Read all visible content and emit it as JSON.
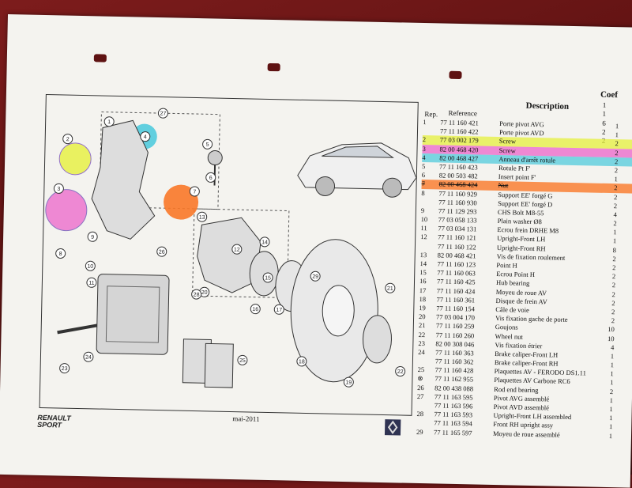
{
  "headers": {
    "rep": "Rep.",
    "reference": "Reference",
    "description": "Description",
    "coef": "Coef"
  },
  "top_coefs": [
    "1",
    "1",
    "6",
    "2",
    "2"
  ],
  "rows": [
    {
      "rep": "1",
      "ref": "77 11 160 421",
      "desc": "Porte pivot AVG",
      "coef": "1",
      "hl": ""
    },
    {
      "rep": "",
      "ref": "77 11 160 422",
      "desc": "Porte pivot AVD",
      "coef": "1",
      "hl": ""
    },
    {
      "rep": "2",
      "ref": "77 03 002 179",
      "desc": "Screw",
      "coef": "2",
      "hl": "yellow"
    },
    {
      "rep": "3",
      "ref": "82 00 468 420",
      "desc": "Screw",
      "coef": "2",
      "hl": "pink"
    },
    {
      "rep": "4",
      "ref": "82 00 468 427",
      "desc": "Anneau d'arrêt rotule",
      "coef": "2",
      "hl": "cyan"
    },
    {
      "rep": "5",
      "ref": "77 11 160 423",
      "desc": "Rotule Pt F'",
      "coef": "2",
      "hl": ""
    },
    {
      "rep": "6",
      "ref": "82 00 503 482",
      "desc": "Insert point F'",
      "coef": "1",
      "hl": ""
    },
    {
      "rep": "7",
      "ref": "82 00 468 424",
      "desc": "Nut",
      "coef": "2",
      "hl": "orange"
    },
    {
      "rep": "8",
      "ref": "77 11 160 929",
      "desc": "Support EE' forgé G",
      "coef": "2",
      "hl": ""
    },
    {
      "rep": "",
      "ref": "77 11 160 930",
      "desc": "Support EE' forgé D",
      "coef": "2",
      "hl": ""
    },
    {
      "rep": "9",
      "ref": "77 11 129 293",
      "desc": "CHS Bolt M8-55",
      "coef": "4",
      "hl": ""
    },
    {
      "rep": "10",
      "ref": "77 03 058 133",
      "desc": "Plain washer Ø8",
      "coef": "2",
      "hl": ""
    },
    {
      "rep": "11",
      "ref": "77 03 034 131",
      "desc": "Ecrou frein DRHE M8",
      "coef": "1",
      "hl": ""
    },
    {
      "rep": "12",
      "ref": "77 11 160 121",
      "desc": "Upright-Front LH",
      "coef": "1",
      "hl": ""
    },
    {
      "rep": "",
      "ref": "77 11 160 122",
      "desc": "Upright-Front RH",
      "coef": "8",
      "hl": ""
    },
    {
      "rep": "13",
      "ref": "82 00 468 421",
      "desc": "Vis de fixation roulement",
      "coef": "2",
      "hl": ""
    },
    {
      "rep": "14",
      "ref": "77 11 160 123",
      "desc": "Point H",
      "coef": "2",
      "hl": ""
    },
    {
      "rep": "15",
      "ref": "77 11 160 063",
      "desc": "Ecrou Point H",
      "coef": "2",
      "hl": ""
    },
    {
      "rep": "16",
      "ref": "77 11 160 425",
      "desc": "Hub bearing",
      "coef": "2",
      "hl": ""
    },
    {
      "rep": "17",
      "ref": "77 11 160 424",
      "desc": "Moyeu de roue AV",
      "coef": "2",
      "hl": ""
    },
    {
      "rep": "18",
      "ref": "77 11 160 361",
      "desc": "Disque de frein AV",
      "coef": "2",
      "hl": ""
    },
    {
      "rep": "19",
      "ref": "77 11 160 154",
      "desc": "Câle de voie",
      "coef": "2",
      "hl": ""
    },
    {
      "rep": "20",
      "ref": "77 03 004 170",
      "desc": "Vis fixation gache de porte",
      "coef": "2",
      "hl": ""
    },
    {
      "rep": "21",
      "ref": "77 11 160 259",
      "desc": "Goujons",
      "coef": "10",
      "hl": ""
    },
    {
      "rep": "22",
      "ref": "77 11 160 260",
      "desc": "Wheel nut",
      "coef": "10",
      "hl": ""
    },
    {
      "rep": "23",
      "ref": "82 00 308 046",
      "desc": "Vis fixation étrier",
      "coef": "4",
      "hl": ""
    },
    {
      "rep": "24",
      "ref": "77 11 160 363",
      "desc": "Brake caliper-Front LH",
      "coef": "1",
      "hl": ""
    },
    {
      "rep": "",
      "ref": "77 11 160 362",
      "desc": "Brake caliper-Front RH",
      "coef": "1",
      "hl": ""
    },
    {
      "rep": "25",
      "ref": "77 11 160 428",
      "desc": "Plaquettes AV - FERODO DS1.11",
      "coef": "1",
      "hl": ""
    },
    {
      "rep": "⊗",
      "ref": "77 11 162 955",
      "desc": "Plaquettes AV Carbone RC6",
      "coef": "1",
      "hl": ""
    },
    {
      "rep": "26",
      "ref": "82 00 438 088",
      "desc": "Rod end bearing",
      "coef": "2",
      "hl": ""
    },
    {
      "rep": "27",
      "ref": "77 11 163 595",
      "desc": "Pivot AVG assemblé",
      "coef": "1",
      "hl": ""
    },
    {
      "rep": "",
      "ref": "77 11 163 596",
      "desc": "Pivot AVD assemblé",
      "coef": "1",
      "hl": ""
    },
    {
      "rep": "28",
      "ref": "77 11 163 593",
      "desc": "Upright-Front LH assembled",
      "coef": "1",
      "hl": ""
    },
    {
      "rep": "",
      "ref": "77 11 163 594",
      "desc": "Front RH upright assy",
      "coef": "1",
      "hl": ""
    },
    {
      "rep": "29",
      "ref": "77 11 165 597",
      "desc": "Moyeu de roue assemblé",
      "coef": "1",
      "hl": ""
    }
  ],
  "callouts": [
    "1",
    "2",
    "3",
    "4",
    "5",
    "6",
    "7",
    "8",
    "9",
    "10",
    "11",
    "12",
    "13",
    "14",
    "15",
    "16",
    "17",
    "18",
    "19",
    "20",
    "21",
    "22",
    "23",
    "24",
    "25",
    "26",
    "27",
    "28",
    "29"
  ],
  "footer": {
    "date": "mai-2011",
    "brand_line1": "RENAULT",
    "brand_line2": "SPORT"
  },
  "colors": {
    "yellow": "#e6f03c",
    "pink": "#eb5ac8",
    "cyan": "#46c8dc",
    "orange": "#fa7828",
    "paper": "#f4f3ef",
    "background": "#6a1616"
  }
}
